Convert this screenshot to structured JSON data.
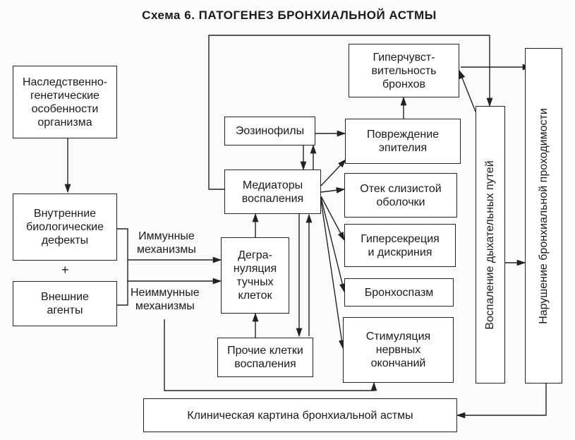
{
  "title": "Схема 6. ПАТОГЕНЕЗ БРОНХИАЛЬНОЙ АСТМЫ",
  "nodes": {
    "heredity": "Наследственно-\nгенетические\nособенности\nорганизма",
    "internal_defects": "Внутренние\nбиологические\nдефекты",
    "plus": "+",
    "external_agents": "Внешние\nагенты",
    "immune": "Иммунные\nмеханизмы",
    "nonimmune": "Неиммунные\nмеханизмы",
    "eosinophils": "Эозинофилы",
    "mediators": "Медиаторы\nвоспаления",
    "degranulation": "Дегра-\nнуляция\nтучных\nклеток",
    "other_cells": "Прочие клетки\nвоспаления",
    "hypersensitivity": "Гиперчувст-\nвительность\nбронхов",
    "epithelium_damage": "Повреждение\nэпителия",
    "mucosa_edema": "Отек слизистой\nоболочки",
    "hypersecretion": "Гиперсекреция\nи дискриния",
    "bronchospasm": "Бронхоспазм",
    "nerve_stimulation": "Стимуляция\nнервных\nокончаний",
    "airway_inflammation": "Воспаление дыхательных путей",
    "obstruction": "Нарушение бронхиальной проходимости",
    "clinical_picture": "Клиническая картина бронхиальной астмы"
  }
}
